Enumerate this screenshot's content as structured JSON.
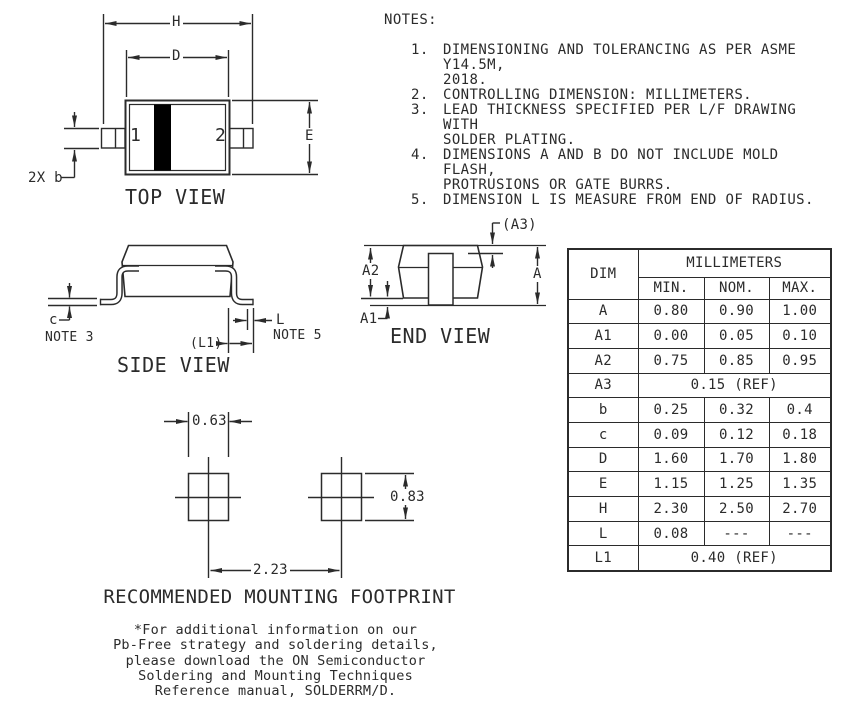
{
  "colors": {
    "line": "#2b2b2b",
    "background": "#ffffff",
    "cathode_band": "#000000"
  },
  "notes": {
    "title": "NOTES:",
    "items": [
      {
        "num": "1.",
        "text": "DIMENSIONING AND TOLERANCING AS PER ASME Y14.5M,\n2018."
      },
      {
        "num": "2.",
        "text": "CONTROLLING DIMENSION: MILLIMETERS."
      },
      {
        "num": "3.",
        "text": "LEAD THICKNESS SPECIFIED PER L/F DRAWING WITH\nSOLDER PLATING."
      },
      {
        "num": "4.",
        "text": "DIMENSIONS A AND B DO NOT INCLUDE MOLD FLASH,\nPROTRUSIONS OR GATE BURRS."
      },
      {
        "num": "5.",
        "text": "DIMENSION L IS MEASURE FROM END OF RADIUS."
      }
    ]
  },
  "top_view": {
    "title": "TOP VIEW",
    "dim_h": "H",
    "dim_d": "D",
    "dim_e": "E",
    "dim_b": "2X b",
    "pin1": "1",
    "pin2": "2"
  },
  "side_view": {
    "title": "SIDE VIEW",
    "dim_c": "c",
    "note3": "NOTE 3",
    "dim_l": "L",
    "note5": "NOTE 5",
    "dim_l1": "(L1)"
  },
  "end_view": {
    "title": "END VIEW",
    "dim_a": "A",
    "dim_a1": "A1",
    "dim_a2": "A2",
    "dim_a3": "(A3)"
  },
  "footprint": {
    "title": "RECOMMENDED MOUNTING FOOTPRINT",
    "pad_width": "0.63",
    "pad_height": "0.83",
    "pitch": "2.23"
  },
  "dim_table": {
    "dim_header": "DIM",
    "unit_header": "MILLIMETERS",
    "col_headers": [
      "MIN.",
      "NOM.",
      "MAX."
    ],
    "rows": [
      {
        "dim": "A",
        "min": "0.80",
        "nom": "0.90",
        "max": "1.00"
      },
      {
        "dim": "A1",
        "min": "0.00",
        "nom": "0.05",
        "max": "0.10"
      },
      {
        "dim": "A2",
        "min": "0.75",
        "nom": "0.85",
        "max": "0.95"
      },
      {
        "dim": "A3",
        "value": "0.15 (REF)"
      },
      {
        "dim": "b",
        "min": "0.25",
        "nom": "0.32",
        "max": "0.4"
      },
      {
        "dim": "c",
        "min": "0.09",
        "nom": "0.12",
        "max": "0.18"
      },
      {
        "dim": "D",
        "min": "1.60",
        "nom": "1.70",
        "max": "1.80"
      },
      {
        "dim": "E",
        "min": "1.15",
        "nom": "1.25",
        "max": "1.35"
      },
      {
        "dim": "H",
        "min": "2.30",
        "nom": "2.50",
        "max": "2.70"
      },
      {
        "dim": "L",
        "min": "0.08",
        "nom": "---",
        "max": "---"
      },
      {
        "dim": "L1",
        "value": "0.40 (REF)"
      }
    ]
  },
  "footnote": {
    "text": "*For additional information on our\nPb-Free strategy and soldering details,\nplease download the ON Semiconductor\nSoldering and Mounting Techniques\nReference manual, SOLDERRM/D."
  }
}
